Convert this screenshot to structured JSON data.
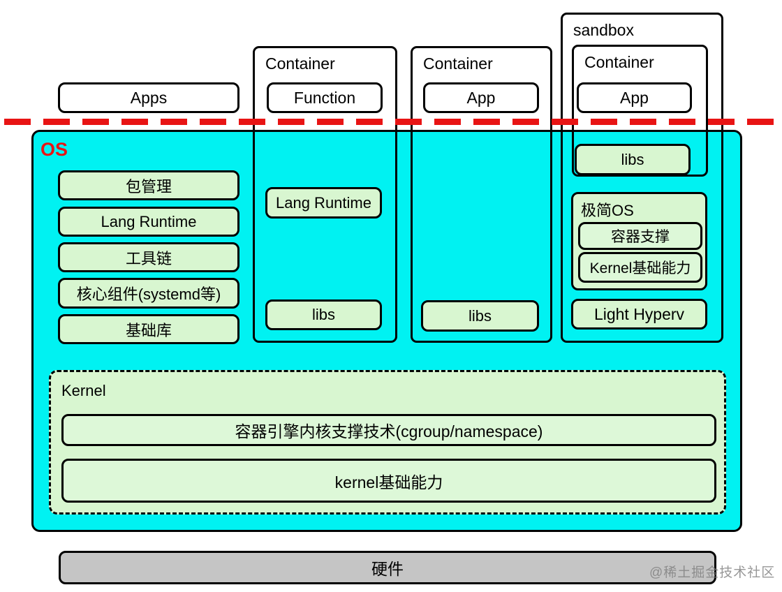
{
  "colors": {
    "cyan": "#00F2F2",
    "green": "#D8F6D0",
    "green-light": "#DDF8D8",
    "gray": "#C5C5C5",
    "red": "#E81414"
  },
  "top": {
    "apps_label": "Apps",
    "sandbox_label": "sandbox",
    "containers": [
      {
        "title": "Container",
        "chip": "Function"
      },
      {
        "title": "Container",
        "chip": "App"
      },
      {
        "title": "Container",
        "chip": "App"
      }
    ]
  },
  "os": {
    "label": "OS",
    "left_stack": [
      "包管理",
      "Lang Runtime",
      "工具链",
      "核心组件(systemd等)",
      "基础库"
    ],
    "container1_items": [
      "Lang Runtime",
      "libs"
    ],
    "container2_items": [
      "libs"
    ],
    "sandbox": {
      "libs_label": "libs",
      "mini_os": {
        "label": "极简OS",
        "items": [
          "容器支撑",
          "Kernel基础能力"
        ]
      },
      "hyperv_label": "Light Hyperv"
    },
    "kernel": {
      "label": "Kernel",
      "items": [
        "容器引擎内核支撑技术(cgroup/namespace)",
        "kernel基础能力"
      ]
    }
  },
  "hardware": {
    "label": "硬件"
  },
  "watermark": {
    "text": "@稀土掘金技术社区"
  }
}
